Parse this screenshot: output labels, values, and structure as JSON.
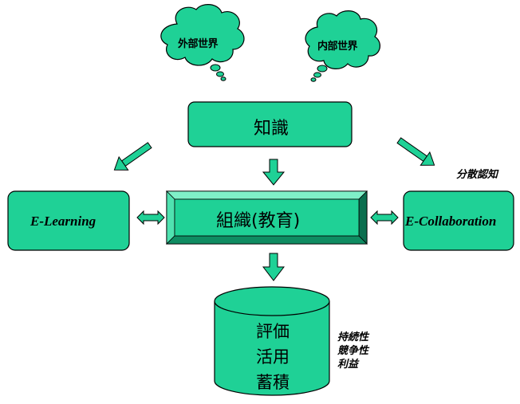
{
  "clouds": {
    "external": "外部世界",
    "internal": "内部世界"
  },
  "boxes": {
    "knowledge": "知識",
    "organization": "組織(教育)",
    "elearning": "E-Learning",
    "ecollaboration": "E-Collaboration"
  },
  "database": {
    "line1": "評価",
    "line2": "活用",
    "line3": "蓄積"
  },
  "annotations": {
    "distributed_cognition": "分散認知",
    "outcomes": [
      "持続性",
      "競争性",
      "利益"
    ]
  },
  "colors": {
    "fill": "#1fd196",
    "stroke": "#000000",
    "bevel_dark": "#0a6e4e",
    "bevel_light": "#7ff0c8"
  }
}
